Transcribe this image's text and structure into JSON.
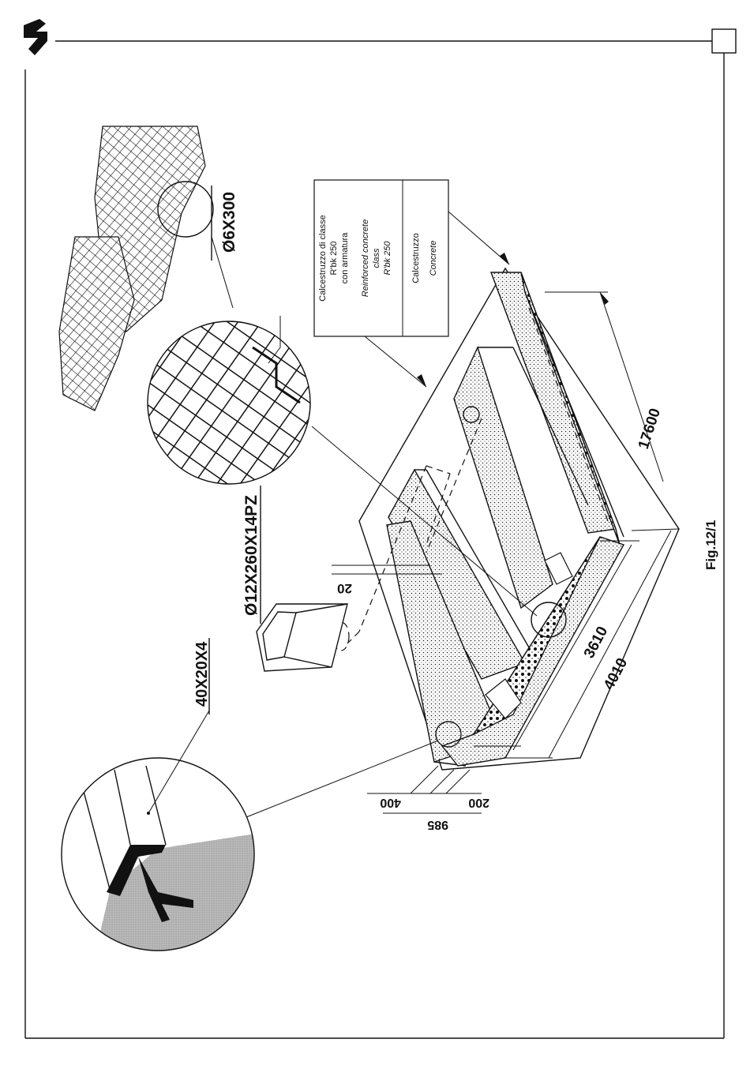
{
  "header": {
    "logo_icon": "brand-logo-icon"
  },
  "figure": {
    "caption": "Fig.12/1"
  },
  "labels": {
    "steel_angle": "40X20X4",
    "mesh_top": "Ø6X300",
    "mesh_bottom": "Ø12X260X14PZ",
    "gap": "20"
  },
  "legend": {
    "line1": "Calcestruzzo di classe",
    "line2": "R'bk 250",
    "line3": "con armatura",
    "line4": "Reinforced concrete",
    "line5": "class",
    "line6": "R'bk 250",
    "line7": "Calcestruzzo",
    "line8": "Concrete"
  },
  "dimensions": {
    "length": "17600",
    "inner_width": "3610",
    "outer_width": "4010",
    "d400": "400",
    "d200": "200",
    "d985": "985"
  },
  "colors": {
    "ink": "#111111",
    "shade": "#b9b9b9",
    "paper": "#ffffff"
  }
}
